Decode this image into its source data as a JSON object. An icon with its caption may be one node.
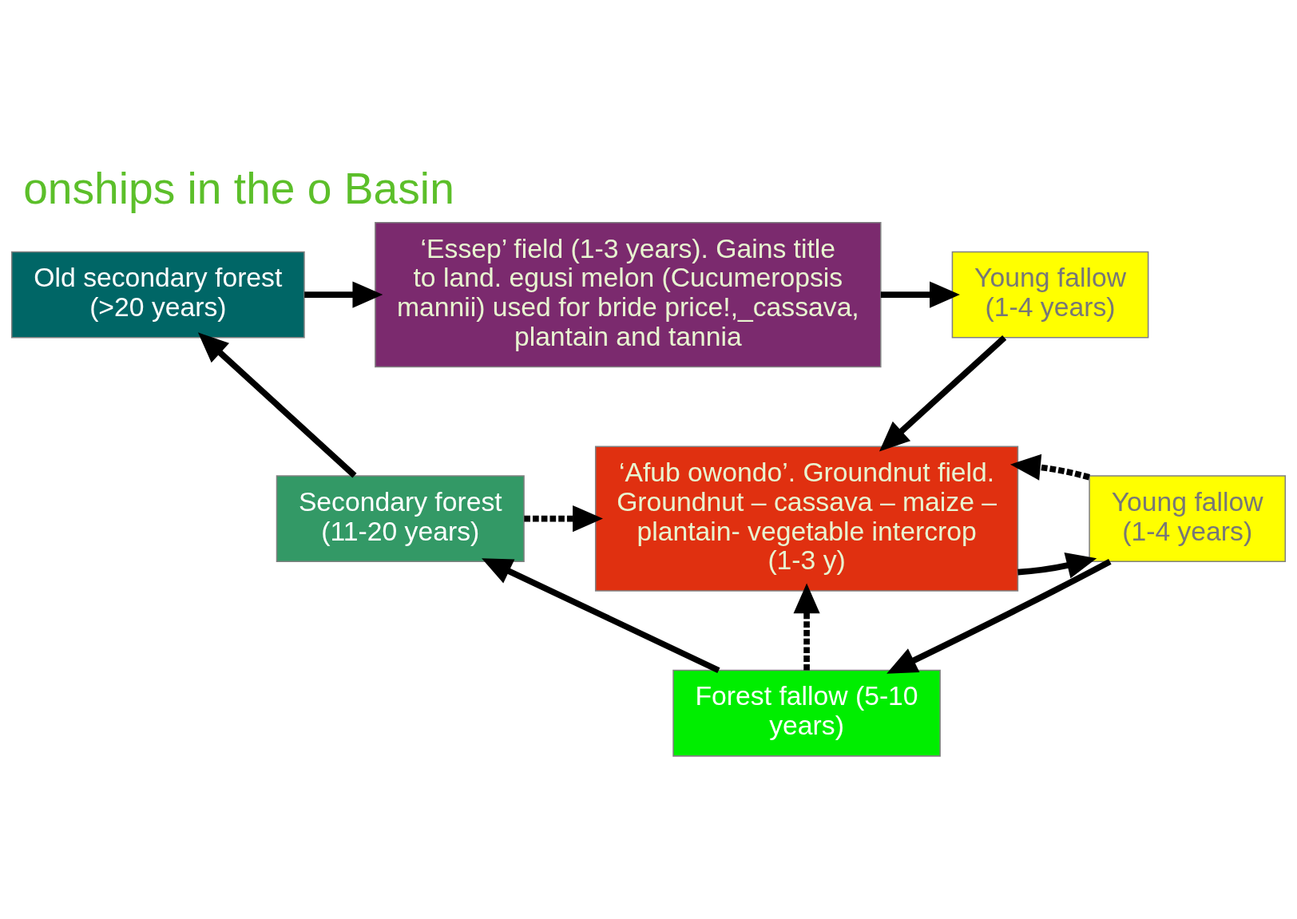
{
  "diagram": {
    "title": "onships in the o Basin",
    "nodes": [
      {
        "text": [
          "Old secondary forest (>20 years)"
        ]
      },
      {
        "text": [
          "Young fallow (1-4 years)"
        ]
      },
      {
        "text": [
          "‘Essep’ field (1-3 years). Gains title to land. egusi melon (Cucumeropsis mannii) used for bride price!,_cassava, plantain and tannia"
        ]
      },
      {
        "text": [
          "‘Afub owondo’. Groundnut field. Groundnut – cassava – maize – plantain- vegetable intercrop (1-3 y)"
        ]
      },
      {
        "text": [
          "Secondary forest (11-20 years)"
        ]
      },
      {
        "text": [
          "Young fallow (1-4 years)"
        ]
      },
      {
        "text": [
          "Forest fallow (5-10 years)"
        ]
      }
    ],
    "edges": [
      {
        "from": 0,
        "to": 2,
        "arrow": "to"
      },
      {
        "from": 2,
        "to": 1,
        "arrow": "to"
      },
      {
        "from": 1,
        "to": 3,
        "arrow": "to"
      },
      {
        "from": 4,
        "to": 3,
        "arrow": "to",
        "style": "dashed"
      },
      {
        "from": 6,
        "to": 3,
        "arrow": "to",
        "style": "dashed"
      },
      {
        "from": 3,
        "to": 5,
        "arrow": "to"
      },
      {
        "from": 5,
        "to": 3,
        "arrow": "to",
        "style": "dashed"
      },
      {
        "from": 5,
        "to": 6,
        "arrow": "to"
      },
      {
        "from": 6,
        "to": 4,
        "arrow": "to"
      },
      {
        "from": 4,
        "to": 0,
        "arrow": "to"
      }
    ]
  }
}
